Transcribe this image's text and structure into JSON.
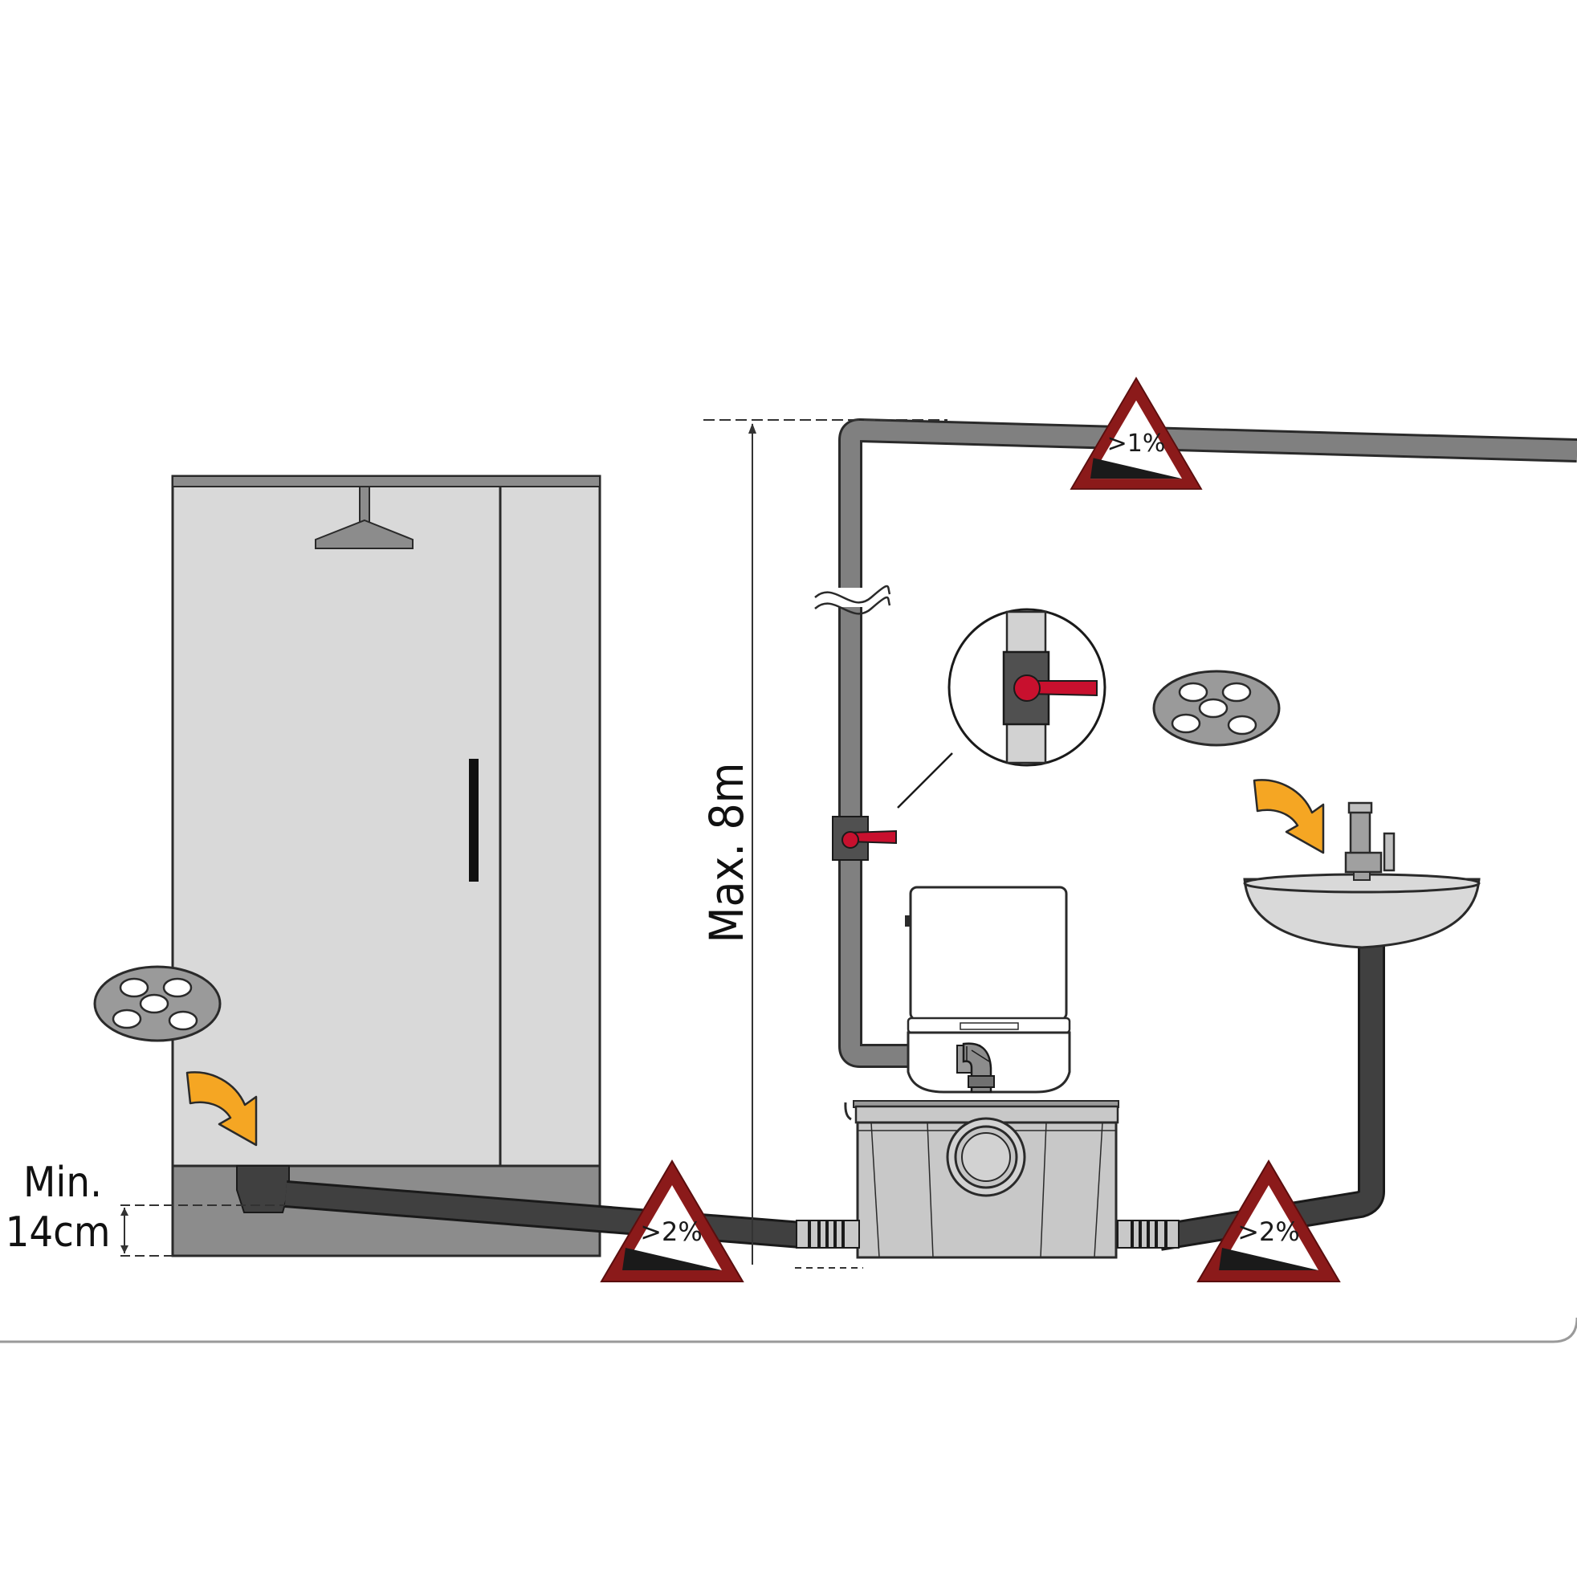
{
  "labels": {
    "max_height": "Max. 8m",
    "min_depth_line1": "Min.",
    "min_depth_line2": "14cm"
  },
  "slope_signs": {
    "top_pipe": ">1%",
    "left_pipe": ">2%",
    "right_pipe": ">2%"
  },
  "colors": {
    "sign_border": "#8b1a1a",
    "arrow": "#f5a623",
    "valve_handle": "#c8102e",
    "pipe_discharge": "#808080",
    "pipe_drain": "#404040",
    "fixture_fill": "#d9d9d9",
    "shower_base": "#8c8c8c"
  },
  "icons": {
    "drain_strainer": "drain-strainer-icon",
    "flow_arrow": "curved-arrow-icon",
    "valve": "ball-valve-icon",
    "slope": "slope-warning-icon"
  }
}
